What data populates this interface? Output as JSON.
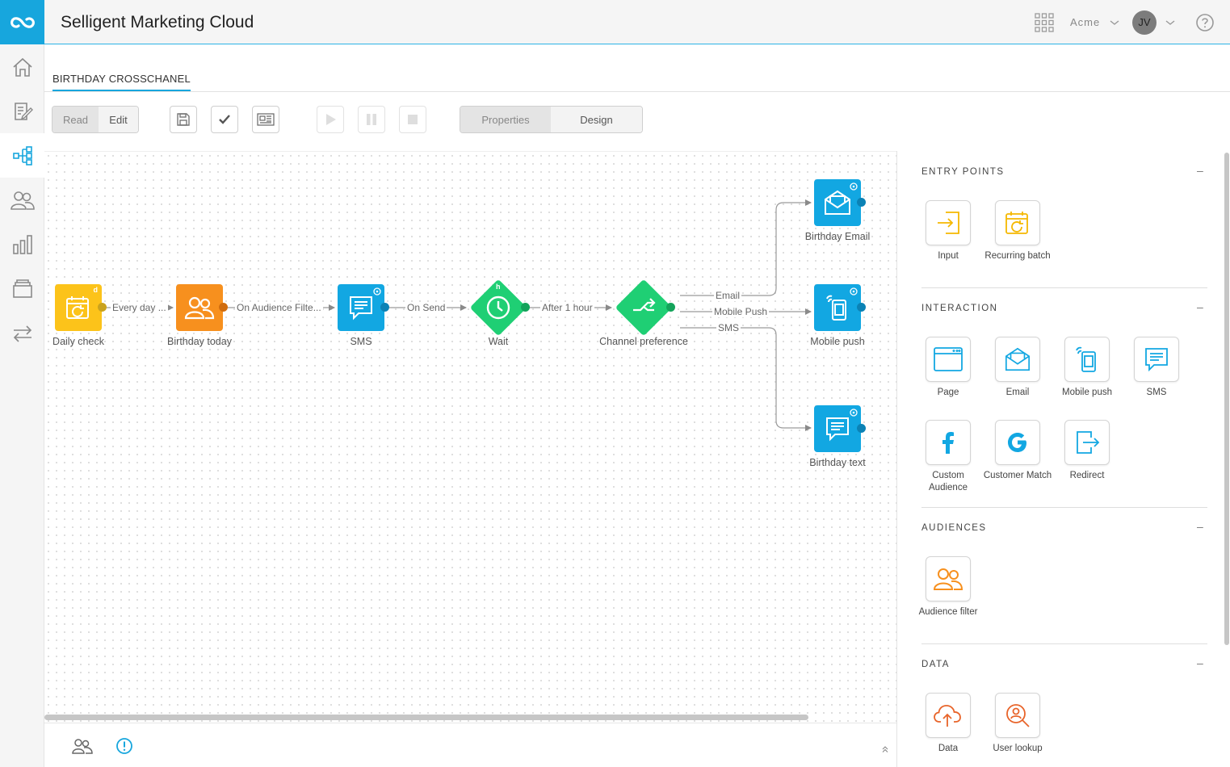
{
  "app": {
    "title": "Selligent Marketing Cloud",
    "org": "Acme",
    "user_initials": "JV"
  },
  "sidebar": {
    "items": [
      {
        "name": "home",
        "icon": "home-icon"
      },
      {
        "name": "content",
        "icon": "edit-document-icon"
      },
      {
        "name": "journeys",
        "icon": "journey-flow-icon"
      },
      {
        "name": "audiences",
        "icon": "users-icon"
      },
      {
        "name": "reports",
        "icon": "bar-chart-icon"
      },
      {
        "name": "library",
        "icon": "archive-box-icon"
      },
      {
        "name": "data",
        "icon": "transfer-arrows-icon"
      }
    ]
  },
  "tab": {
    "label": "BIRTHDAY CROSSCHANEL"
  },
  "toolbar": {
    "read_label": "Read",
    "edit_label": "Edit",
    "properties_label": "Properties",
    "design_label": "Design"
  },
  "flow": {
    "nodes": {
      "daily_check": "Daily check",
      "birthday_today": "Birthday today",
      "sms": "SMS",
      "wait": "Wait",
      "channel_preference": "Channel preference",
      "birthday_email": "Birthday Email",
      "mobile_push": "Mobile push",
      "birthday_text": "Birthday text"
    },
    "badges": {
      "daily_check": "d",
      "wait": "h"
    },
    "edges": {
      "every_day": "Every day ...",
      "on_audience_filter": "On Audience Filte...",
      "on_send": "On Send",
      "after_1_hour": "After 1 hour",
      "email": "Email",
      "mobile_push": "Mobile Push",
      "sms": "SMS"
    }
  },
  "palette": {
    "entry_points": {
      "title": "ENTRY POINTS",
      "items": [
        {
          "label": "Input",
          "icon": "input-arrow-icon"
        },
        {
          "label": "Recurring batch",
          "icon": "recurring-calendar-icon"
        }
      ]
    },
    "interaction": {
      "title": "INTERACTION",
      "items": [
        {
          "label": "Page",
          "icon": "page-icon"
        },
        {
          "label": "Email",
          "icon": "email-icon"
        },
        {
          "label": "Mobile push",
          "icon": "mobile-push-icon"
        },
        {
          "label": "SMS",
          "icon": "sms-icon"
        },
        {
          "label": "Custom Audience",
          "icon": "facebook-icon"
        },
        {
          "label": "Customer Match",
          "icon": "google-icon"
        },
        {
          "label": "Redirect",
          "icon": "redirect-icon"
        }
      ]
    },
    "audiences": {
      "title": "AUDIENCES",
      "items": [
        {
          "label": "Audience filter",
          "icon": "audience-filter-icon"
        }
      ]
    },
    "data": {
      "title": "DATA",
      "items": [
        {
          "label": "Data",
          "icon": "cloud-upload-icon"
        },
        {
          "label": "User lookup",
          "icon": "user-lookup-icon"
        }
      ]
    }
  },
  "colors": {
    "accent": "#17a6dd",
    "entry_yellow": "#fcc31a",
    "audience_orange": "#f7901e",
    "interaction_blue": "#12a7e2",
    "logic_green": "#1fcf74"
  }
}
